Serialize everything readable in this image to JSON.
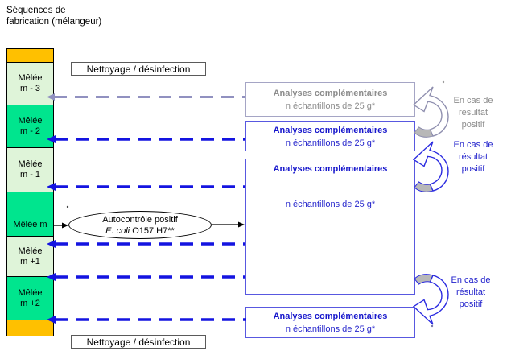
{
  "title": "Séquences de\nfabrication (mélangeur)",
  "column": {
    "segments": [
      {
        "id": "pre-run",
        "label": "",
        "tone": "orange"
      },
      {
        "id": "m-3",
        "label": "Mêlée\nm - 3",
        "tone": "light"
      },
      {
        "id": "m-2",
        "label": "Mêlée\nm - 2",
        "tone": "bright"
      },
      {
        "id": "m-1",
        "label": "Mêlée\nm - 1",
        "tone": "light"
      },
      {
        "id": "m",
        "label": "Mêlée m",
        "tone": "bright"
      },
      {
        "id": "m+1",
        "label": "Mêlée\nm +1",
        "tone": "light"
      },
      {
        "id": "m+2",
        "label": "Mêlée\nm +2",
        "tone": "bright"
      },
      {
        "id": "post-run",
        "label": "",
        "tone": "orange"
      }
    ]
  },
  "cleaning": {
    "top": "Nettoyage / désinfection",
    "bottom": "Nettoyage / désinfection"
  },
  "ellipse": {
    "line1": "Autocontrôle positif",
    "line2_italic": "E. coli",
    "line2_rest": "O157 H7**"
  },
  "analysis_boxes": [
    {
      "variant": "gray",
      "title": "Analyses complémentaires",
      "subtitle": "n échantillons de 25 g*"
    },
    {
      "variant": "blue",
      "title": "Analyses complémentaires",
      "subtitle": "n échantillons de 25 g*"
    },
    {
      "variant": "blue",
      "title": "Analyses complémentaires",
      "subtitle": "n échantillons de 25 g*"
    },
    {
      "variant": "blue",
      "title": "Analyses complémentaires",
      "subtitle": "n échantillons de 25 g*"
    }
  ],
  "side_notes": [
    {
      "color": "gray",
      "text": "En cas de\nrésultat\npositif"
    },
    {
      "color": "blue",
      "text": "En cas de\nrésultat\npositif"
    },
    {
      "color": "blue",
      "text": "En cas de\nrésultat\npositif"
    }
  ],
  "colors": {
    "batch_orange": "#FFC000",
    "batch_light_green": "#DFF4D9",
    "batch_bright_green": "#00E58E",
    "dashed_blue": "#1414E0",
    "dashed_gray": "#9191C0",
    "box_blue_border": "#5858E0",
    "box_gray_border": "#A5A5C5",
    "text_blue": "#1717CC",
    "text_gray": "#8C8C8C"
  }
}
